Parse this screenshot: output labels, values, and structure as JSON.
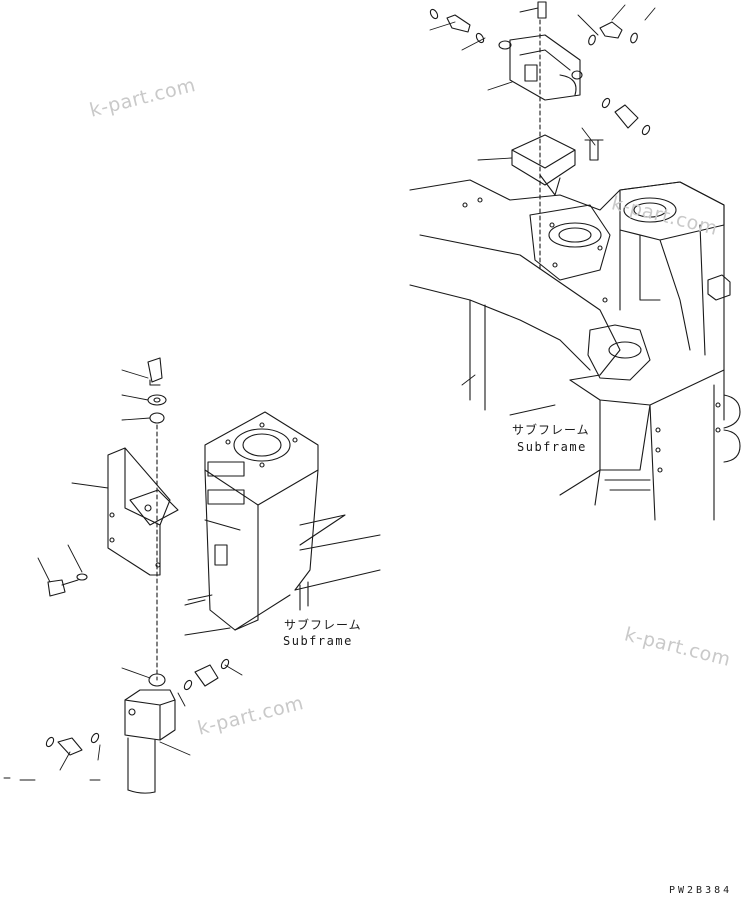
{
  "watermark": "k-part.com",
  "subframe_jp": "サブフレーム",
  "subframe_en": "Subframe",
  "drawing_code": "PW2B384",
  "colors": {
    "line": "#1a1a1a",
    "watermark": "#c9c9c9",
    "background": "#ffffff"
  }
}
